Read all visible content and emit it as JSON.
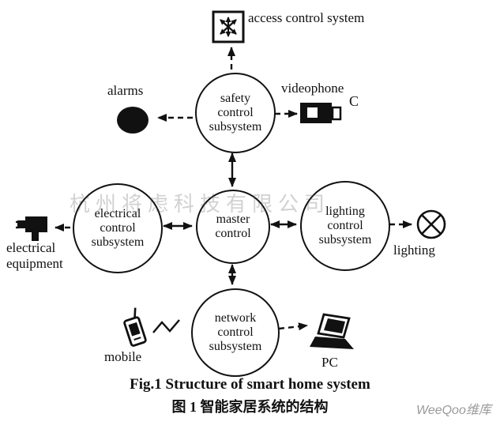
{
  "nodes": {
    "safety": "safety\ncontrol\nsubsystem",
    "master": "master\ncontrol",
    "electrical": "electrical\ncontrol\nsubsystem",
    "lighting": "lighting\ncontrol\nsubsystem",
    "network": "network\ncontrol\nsubsystem"
  },
  "labels": {
    "access": "access control system",
    "alarms": "alarms",
    "videophone": "videophone",
    "camera_c": "C",
    "electrical_equipment": "electrical\nequipment",
    "lighting": "lighting",
    "mobile": "mobile",
    "pc": "PC"
  },
  "captions": {
    "fig_en": "Fig.1 Structure of smart home system",
    "fig_zh": "图 1 智能家居系统的结构"
  },
  "watermarks": {
    "center": "杭州将虑科技有限公司",
    "corner": "WeeQoo维库"
  },
  "colors": {
    "ink": "#111111",
    "watermark_center": "rgba(90,90,90,0.28)",
    "watermark_corner": "#9a9a9a"
  }
}
